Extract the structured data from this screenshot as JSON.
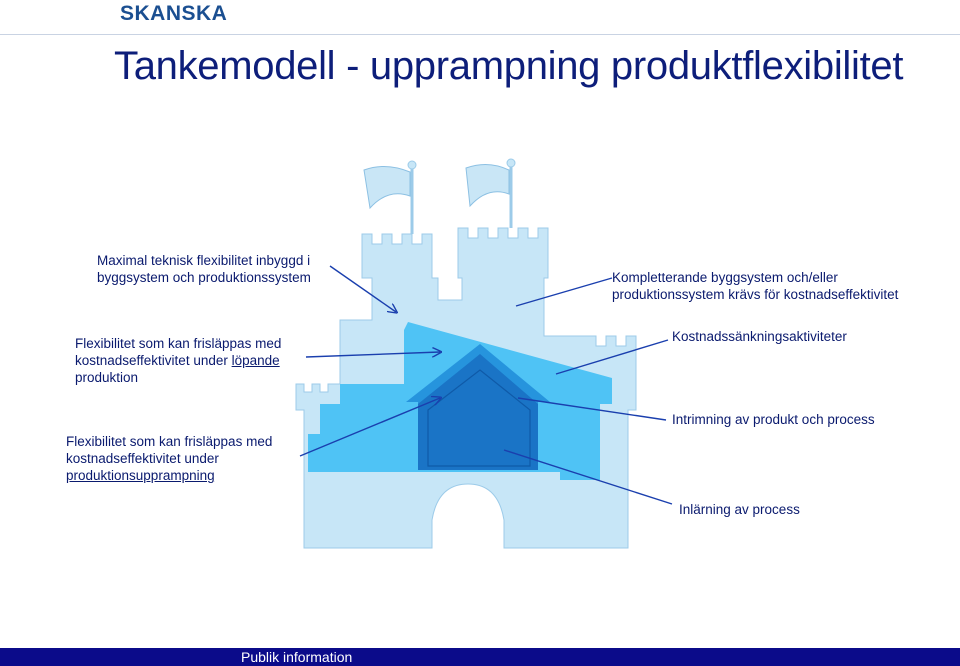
{
  "brand": {
    "logo_text": "SKANSKA"
  },
  "slide": {
    "title": "Tankemodell - upprampning produktflexibilitet"
  },
  "labels": {
    "max_flex_line1": "Maximal teknisk flexibilitet inbyggd i",
    "max_flex_line2": "byggsystem och produktionssystem",
    "complement_line1": "Kompletterande byggsystem och/eller",
    "complement_line2": "produktionssystem krävs för kostnadseffektivitet",
    "flex_running_line1": "Flexibilitet som kan frisläppas med",
    "flex_running_line2": "kostnadseffektivitet under ",
    "flex_running_underlined": "löpande",
    "flex_running_line3": "produktion",
    "cost_reduction": "Kostnadssänkningsaktiviteter",
    "trimming": "Intrimning av produkt och process",
    "flex_rampup_line1": "Flexibilitet som kan frisläppas med",
    "flex_rampup_line2": "kostnadseffektivitet under",
    "flex_rampup_line3": "produktionsupprampning",
    "learning": "Inlärning av process"
  },
  "footer": {
    "text": "Publik information"
  },
  "colors": {
    "castle_light": "#c7e6f7",
    "layer_mid": "#4fc3f5",
    "layer_house": "#2694dd",
    "layer_core": "#1a74c6",
    "flag": "#c9e6f6",
    "title": "#0d1e7a",
    "label": "#0a1a6e",
    "footer": "#0b0b8a"
  }
}
